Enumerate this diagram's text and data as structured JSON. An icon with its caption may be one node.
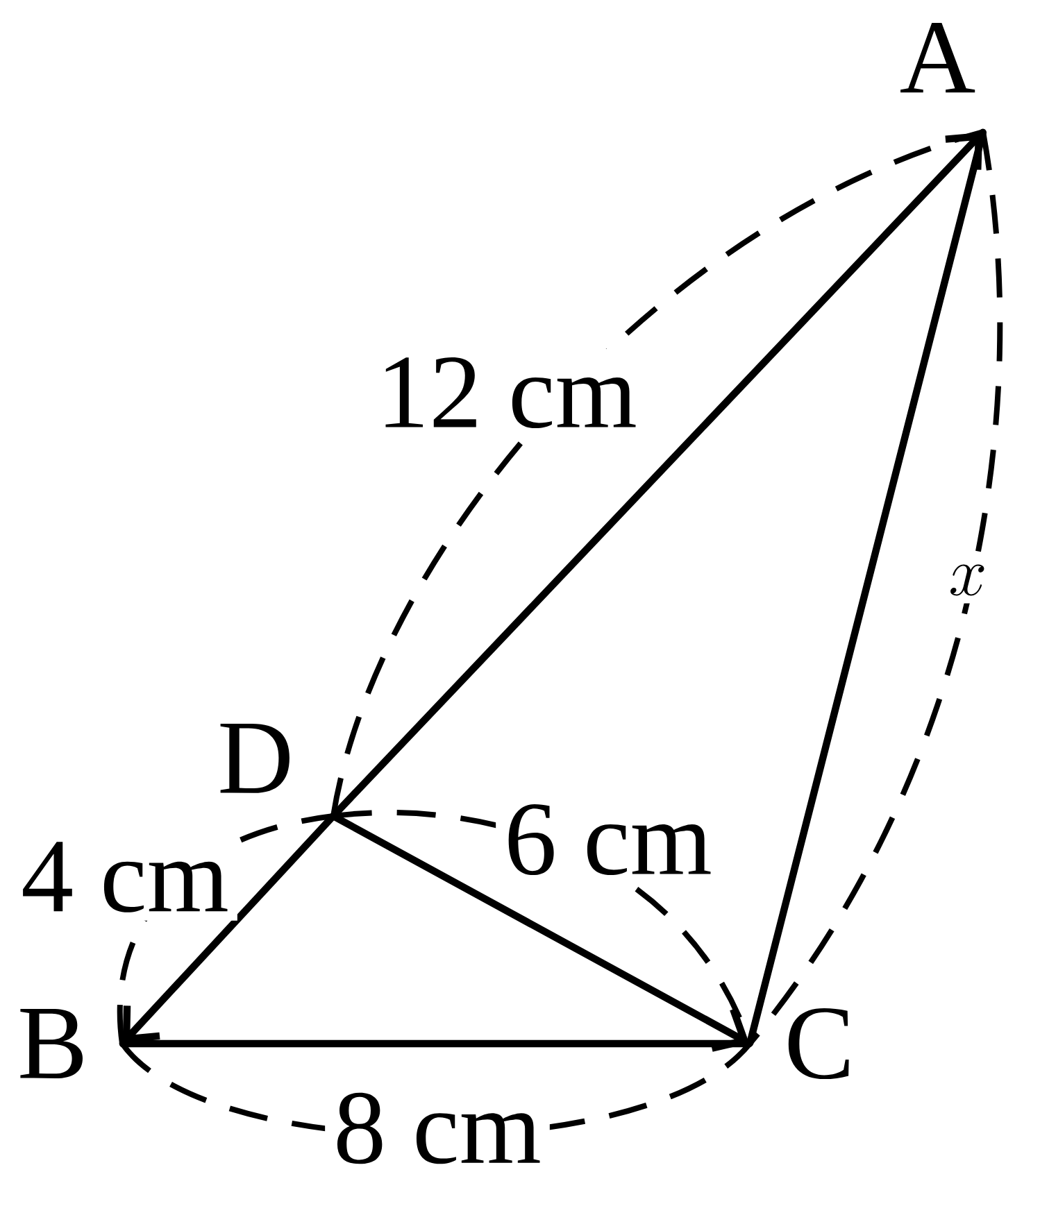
{
  "diagram": {
    "nodes": [
      {
        "text": [
          "A"
        ]
      },
      {
        "text": [
          "D"
        ]
      },
      {
        "text": [
          "B"
        ]
      },
      {
        "text": [
          "C"
        ]
      }
    ],
    "edges": [
      {
        "from": 1,
        "to": 0,
        "arrow": "to"
      },
      {
        "from": 1,
        "to": 2,
        "arrow": "to"
      },
      {
        "from": 1,
        "to": 3,
        "arrow": "to"
      },
      {
        "from": 2,
        "to": 3,
        "arrow": "none"
      },
      {
        "from": 3,
        "to": 0,
        "arrow": "none"
      }
    ],
    "labels": [
      "12 cm",
      "x",
      "4 cm",
      "6 cm",
      "8 cm"
    ]
  }
}
